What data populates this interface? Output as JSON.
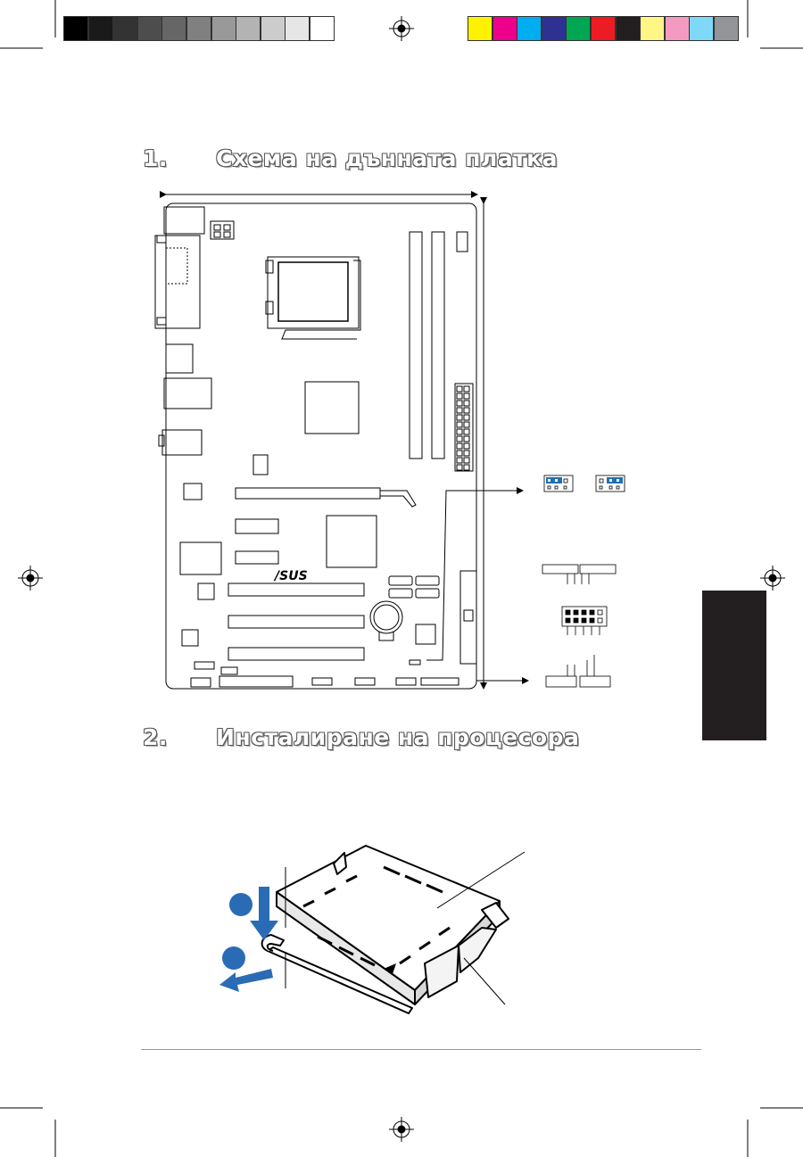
{
  "color_bar": {
    "grayscale": [
      "#000000",
      "#1a1a1a",
      "#333333",
      "#4d4d4d",
      "#666666",
      "#808080",
      "#999999",
      "#b3b3b3",
      "#cccccc",
      "#e6e6e6",
      "#ffffff"
    ],
    "process": [
      "#fff200",
      "#ec008c",
      "#00aeef",
      "#2e3192",
      "#00a651",
      "#ed1c24",
      "#231f20",
      "#fff685",
      "#f49ac1",
      "#7dd9f7",
      "#939598"
    ]
  },
  "sections": [
    {
      "number": "1.",
      "title": "Схема на дънната платка"
    },
    {
      "number": "2.",
      "title": "Инсталиране на процесора"
    }
  ],
  "board": {
    "brand_logo": "/SUS"
  },
  "colors": {
    "jumper_blue": "#1f6fb4",
    "step_circle": "#2a6bb5",
    "side_tab": "#231f20"
  }
}
